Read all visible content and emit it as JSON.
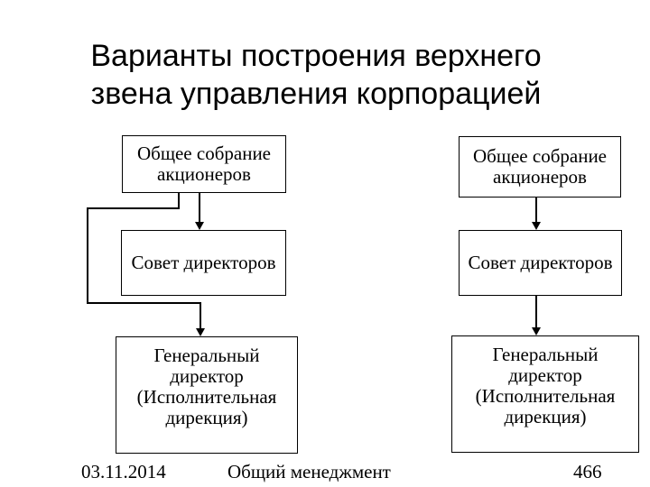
{
  "title": {
    "lines": [
      "Варианты построения верхнего",
      "звена управления корпорацией"
    ]
  },
  "diagram": {
    "left": {
      "box1": {
        "lines": [
          "Общее собрание",
          "акционеров"
        ]
      },
      "box2": {
        "lines": [
          "Совет директоров"
        ]
      },
      "box3": {
        "lines": [
          "Генеральный",
          "директор",
          "(Исполнительная",
          "дирекция)"
        ]
      }
    },
    "right": {
      "box1": {
        "lines": [
          "Общее собрание",
          "акционеров"
        ]
      },
      "box2": {
        "lines": [
          "Совет директоров"
        ]
      },
      "box3": {
        "lines": [
          "Генеральный",
          "директор",
          "(Исполнительная",
          "дирекция)"
        ]
      }
    }
  },
  "footer": {
    "date": "03.11.2014",
    "course_title": "Общий менеджмент",
    "slide_number": "466"
  },
  "colors": {
    "background": "#ffffff",
    "ink": "#000000"
  }
}
